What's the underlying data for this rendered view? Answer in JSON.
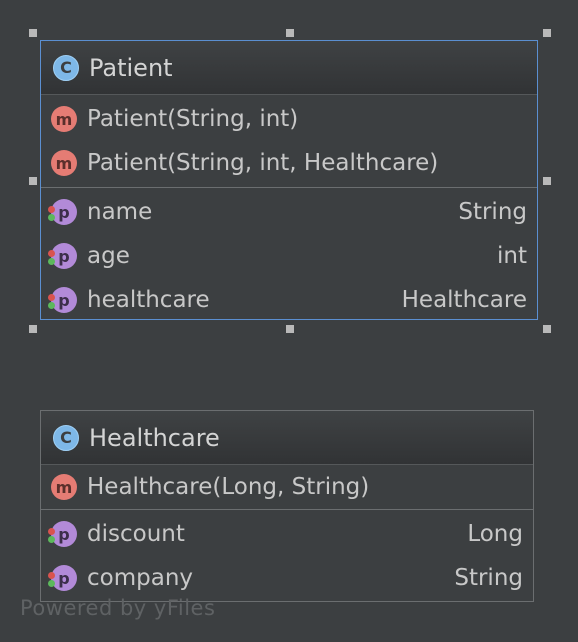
{
  "nodes": [
    {
      "class_name": "Patient",
      "header_badge": "C",
      "constructors": [
        {
          "badge": "m",
          "signature": "Patient(String, int)"
        },
        {
          "badge": "m",
          "signature": "Patient(String, int, Healthcare)"
        }
      ],
      "properties": [
        {
          "badge": "p",
          "name": "name",
          "type": "String"
        },
        {
          "badge": "p",
          "name": "age",
          "type": "int"
        },
        {
          "badge": "p",
          "name": "healthcare",
          "type": "Healthcare"
        }
      ]
    },
    {
      "class_name": "Healthcare",
      "header_badge": "C",
      "constructors": [
        {
          "badge": "m",
          "signature": "Healthcare(Long, String)"
        }
      ],
      "properties": [
        {
          "badge": "p",
          "name": "discount",
          "type": "Long"
        },
        {
          "badge": "p",
          "name": "company",
          "type": "String"
        }
      ]
    }
  ],
  "watermark": "Powered by yFiles",
  "colors": {
    "background": "#3c3f41",
    "selection_border": "#5b8fd1",
    "class_badge": "#7eb8e8",
    "method_badge": "#e57c74",
    "property_badge": "#b28ad8"
  }
}
